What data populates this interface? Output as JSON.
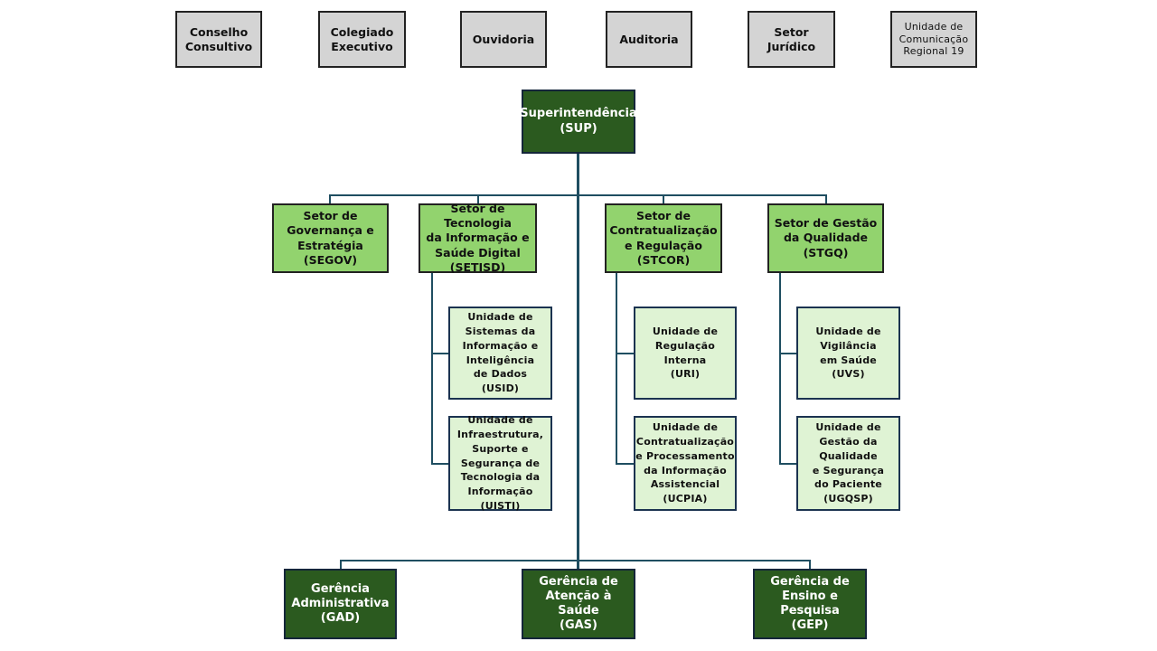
{
  "advisory_units": [
    {
      "label": "Conselho\nConsultivo"
    },
    {
      "label": "Colegiado\nExecutivo"
    },
    {
      "label": "Ouvidoria"
    },
    {
      "label": "Auditoria"
    },
    {
      "label": "Setor\nJurídico"
    },
    {
      "label": "Unidade de\nComunicação\nRegional 19"
    }
  ],
  "root": {
    "label": "Superintendência\n(SUP)"
  },
  "sectors": [
    {
      "label": "Setor de\nGovernança e\nEstratégia\n(SEGOV)",
      "units": []
    },
    {
      "label": "Setor de Tecnologia\nda Informação e\nSaúde Digital\n(SETISD)",
      "units": [
        {
          "label": "Unidade de\nSistemas da\nInformação e\nInteligência\nde Dados\n(USID)"
        },
        {
          "label": "Unidade de\nInfraestrutura,\nSuporte e\nSegurança de\nTecnologia da\nInformação (UISTI)"
        }
      ]
    },
    {
      "label": "Setor de\nContratualização\ne Regulação\n(STCOR)",
      "units": [
        {
          "label": "Unidade de\nRegulação\nInterna\n(URI)"
        },
        {
          "label": "Unidade de\nContratualização\ne Processamento\nda Informação\nAssistencial\n(UCPIA)"
        }
      ]
    },
    {
      "label": "Setor de Gestão\nda Qualidade\n(STGQ)",
      "units": [
        {
          "label": "Unidade de\nVigilância\nem Saúde\n(UVS)"
        },
        {
          "label": "Unidade de\nGestão da\nQualidade\ne Segurança\ndo Paciente\n(UGQSP)"
        }
      ]
    }
  ],
  "managements": [
    {
      "label": "Gerência\nAdministrativa\n(GAD)"
    },
    {
      "label": "Gerência de\nAtenção à Saúde\n(GAS)"
    },
    {
      "label": "Gerência de\nEnsino e Pesquisa\n(GEP)"
    }
  ],
  "colors": {
    "advisory_fill": "#d4d4d4",
    "management_fill": "#2b5a1f",
    "sector_fill": "#92d36e",
    "unit_fill": "#dff3d4",
    "connector": "#1f4e61"
  }
}
